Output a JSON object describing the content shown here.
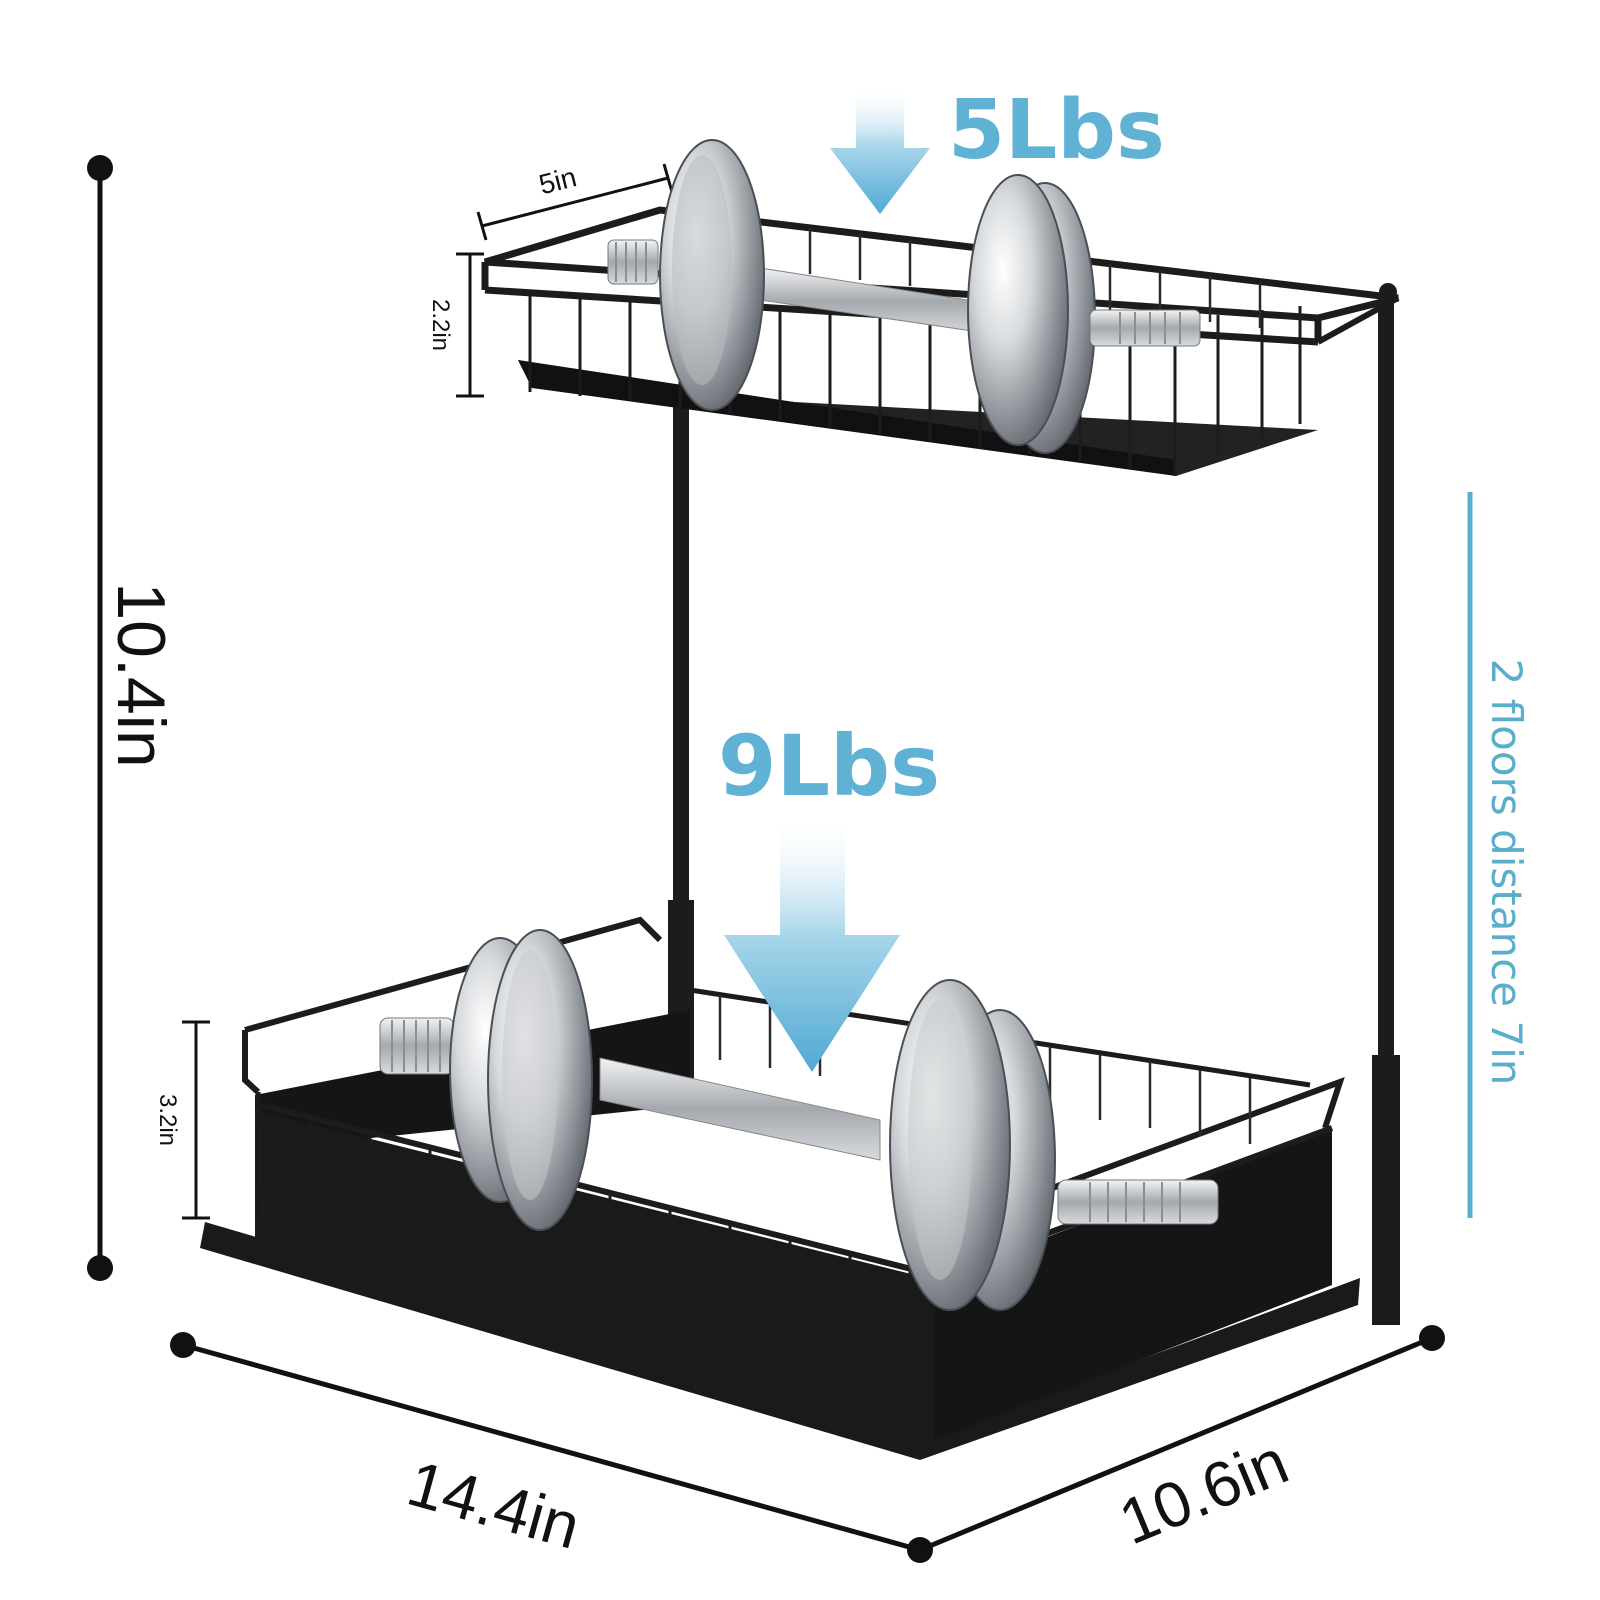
{
  "product": {
    "dimensions": {
      "height": "10.4in",
      "depth": "14.4in",
      "width": "10.6in",
      "top_basket_depth": "5in",
      "top_basket_height": "2.2in",
      "bottom_basket_height": "3.2in"
    },
    "load": {
      "top_shelf": "5Lbs",
      "bottom_shelf": "9Lbs"
    },
    "floor_distance_note": "2 floors distance 7in"
  },
  "colors": {
    "accent": "#5aaecb",
    "arrow": "#62b6d8",
    "rack": "#1c1c1c",
    "chrome": "#b8bcc0",
    "dimension_line": "#111111"
  },
  "icons": [
    "down-arrow-icon",
    "dumbbell-icon",
    "dimension-dot-icon"
  ]
}
